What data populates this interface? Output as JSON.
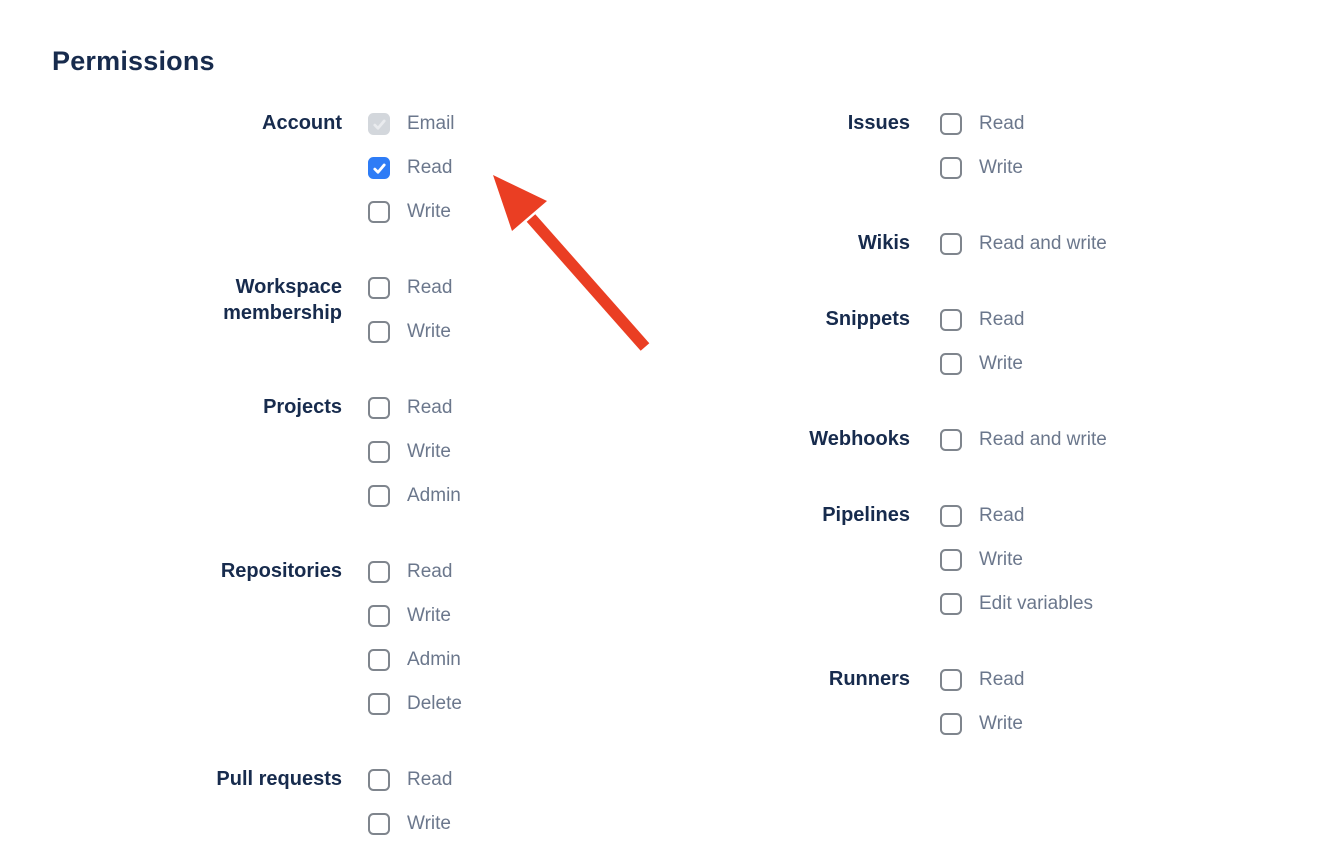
{
  "heading": "Permissions",
  "colors": {
    "heading_text": "#172B4D",
    "group_label_text": "#172B4D",
    "option_label_text": "#6B778C",
    "checkbox_border": "#7F858D",
    "checkbox_checked_bg": "#2E7CF6",
    "checkbox_checked_mark": "#FFFFFF",
    "checkbox_disabled_bg": "#D3D7DC",
    "checkbox_disabled_mark": "#E9EBEE",
    "arrow": "#EA3E23"
  },
  "annotation": {
    "arrow_color": "#EA3E23",
    "points_at": "Account Read checkbox"
  },
  "columns": [
    {
      "groups": [
        {
          "label": "Account",
          "options": [
            {
              "label": "Email",
              "state": "checked_disabled"
            },
            {
              "label": "Read",
              "state": "checked"
            },
            {
              "label": "Write",
              "state": "unchecked"
            }
          ]
        },
        {
          "label": "Workspace membership",
          "options": [
            {
              "label": "Read",
              "state": "unchecked"
            },
            {
              "label": "Write",
              "state": "unchecked"
            }
          ]
        },
        {
          "label": "Projects",
          "options": [
            {
              "label": "Read",
              "state": "unchecked"
            },
            {
              "label": "Write",
              "state": "unchecked"
            },
            {
              "label": "Admin",
              "state": "unchecked"
            }
          ]
        },
        {
          "label": "Repositories",
          "options": [
            {
              "label": "Read",
              "state": "unchecked"
            },
            {
              "label": "Write",
              "state": "unchecked"
            },
            {
              "label": "Admin",
              "state": "unchecked"
            },
            {
              "label": "Delete",
              "state": "unchecked"
            }
          ]
        },
        {
          "label": "Pull requests",
          "options": [
            {
              "label": "Read",
              "state": "unchecked"
            },
            {
              "label": "Write",
              "state": "unchecked"
            }
          ]
        }
      ]
    },
    {
      "groups": [
        {
          "label": "Issues",
          "options": [
            {
              "label": "Read",
              "state": "unchecked"
            },
            {
              "label": "Write",
              "state": "unchecked"
            }
          ]
        },
        {
          "label": "Wikis",
          "options": [
            {
              "label": "Read and write",
              "state": "unchecked"
            }
          ]
        },
        {
          "label": "Snippets",
          "options": [
            {
              "label": "Read",
              "state": "unchecked"
            },
            {
              "label": "Write",
              "state": "unchecked"
            }
          ]
        },
        {
          "label": "Webhooks",
          "options": [
            {
              "label": "Read and write",
              "state": "unchecked"
            }
          ]
        },
        {
          "label": "Pipelines",
          "options": [
            {
              "label": "Read",
              "state": "unchecked"
            },
            {
              "label": "Write",
              "state": "unchecked"
            },
            {
              "label": "Edit variables",
              "state": "unchecked"
            }
          ]
        },
        {
          "label": "Runners",
          "options": [
            {
              "label": "Read",
              "state": "unchecked"
            },
            {
              "label": "Write",
              "state": "unchecked"
            }
          ]
        }
      ]
    }
  ]
}
